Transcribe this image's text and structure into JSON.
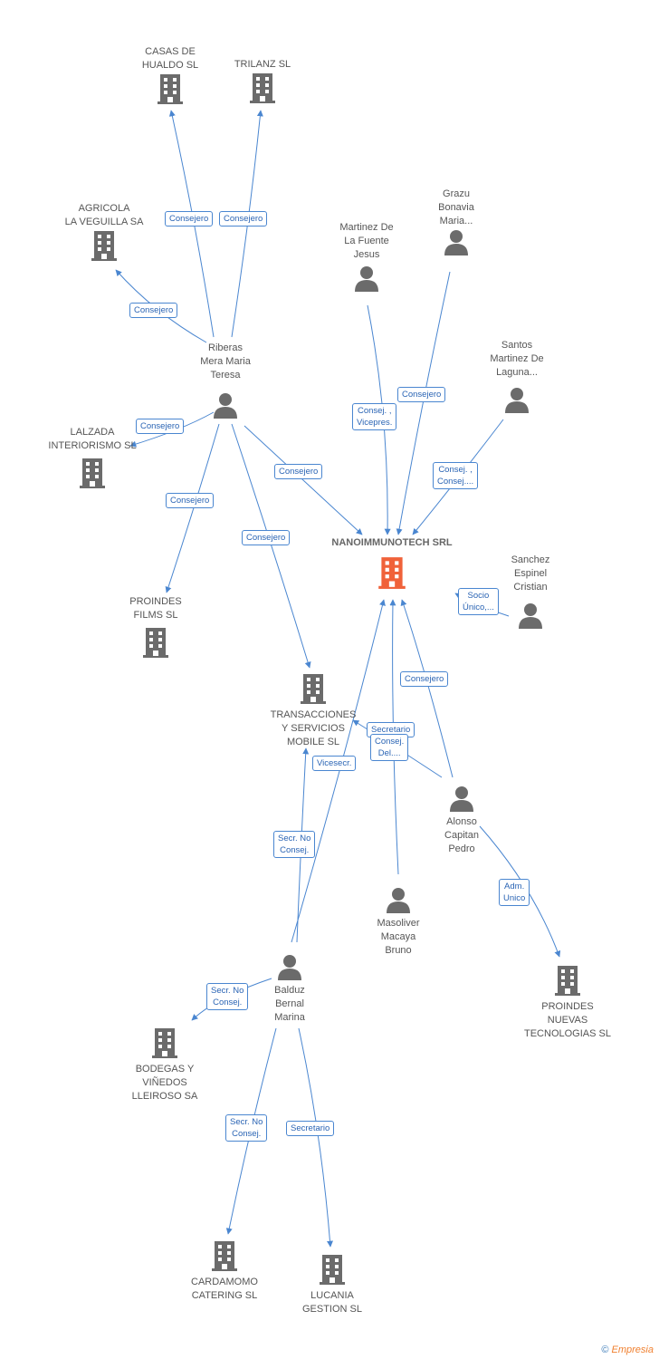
{
  "colors": {
    "edge": "#4a86d0",
    "node_gray": "#6b6b6b",
    "focus": "#f0623a"
  },
  "nodes": {
    "casas": {
      "label": "CASAS DE\nHUALDO  SL",
      "icon": "building-icon"
    },
    "trilanz": {
      "label": "TRILANZ SL",
      "icon": "building-icon"
    },
    "agricola": {
      "label": "AGRICOLA\nLA VEGUILLA SA",
      "icon": "building-icon"
    },
    "grazu": {
      "label": "Grazu\nBonavia\nMaria...",
      "icon": "person-icon"
    },
    "martinez": {
      "label": "Martinez De\nLa Fuente\nJesus",
      "icon": "person-icon"
    },
    "santos": {
      "label": "Santos\nMartinez De\nLaguna...",
      "icon": "person-icon"
    },
    "riberas": {
      "label": "Riberas\nMera Maria\nTeresa",
      "icon": "person-icon"
    },
    "lalzada": {
      "label": "LALZADA\nINTERIORISMO SL",
      "icon": "building-icon"
    },
    "nano": {
      "label": "NANOIMMUNOTECH SRL",
      "icon": "building-icon"
    },
    "sanchez": {
      "label": "Sanchez\nEspinel\nCristian",
      "icon": "person-icon"
    },
    "proindes_films": {
      "label": "PROINDES\nFILMS SL",
      "icon": "building-icon"
    },
    "transacciones": {
      "label": "TRANSACCIONES\nY SERVICIOS\nMOBILE SL",
      "icon": "building-icon"
    },
    "alonso": {
      "label": "Alonso\nCapitan\nPedro",
      "icon": "person-icon"
    },
    "masoliver": {
      "label": "Masoliver\nMacaya\nBruno",
      "icon": "person-icon"
    },
    "balduz": {
      "label": "Balduz\nBernal\nMarina",
      "icon": "person-icon"
    },
    "proindes_nuevas": {
      "label": "PROINDES\nNUEVAS\nTECNOLOGIAS SL",
      "icon": "building-icon"
    },
    "bodegas": {
      "label": "BODEGAS Y\nVIÑEDOS\nLLEIROSO SA",
      "icon": "building-icon"
    },
    "cardamomo": {
      "label": "CARDAMOMO\nCATERING SL",
      "icon": "building-icon"
    },
    "lucania": {
      "label": "LUCANIA\nGESTION SL",
      "icon": "building-icon"
    }
  },
  "edge_labels": {
    "e1": "Consejero",
    "e2": "Consejero",
    "e3": "Consejero",
    "e4": "Consejero",
    "e5": "Consejero",
    "e6": "Consejero",
    "e7": "Consejero",
    "e8": "Consej. ,\nVicepres.",
    "e9": "Consejero",
    "e10": "Consej. ,\nConsej....",
    "e11": "Socio\nÚnico,...",
    "e12": "Consejero",
    "e13": "Secretario",
    "e14": "Consej.\nDel....",
    "e15": "Vicesecr.",
    "e16": "Secr.  No\nConsej.",
    "e17": "Adm.\nUnico",
    "e18": "Secr.  No\nConsej.",
    "e19": "Secr.  No\nConsej.",
    "e20": "Secretario"
  },
  "footer": {
    "copyright": "©",
    "brand": "Empresia"
  }
}
